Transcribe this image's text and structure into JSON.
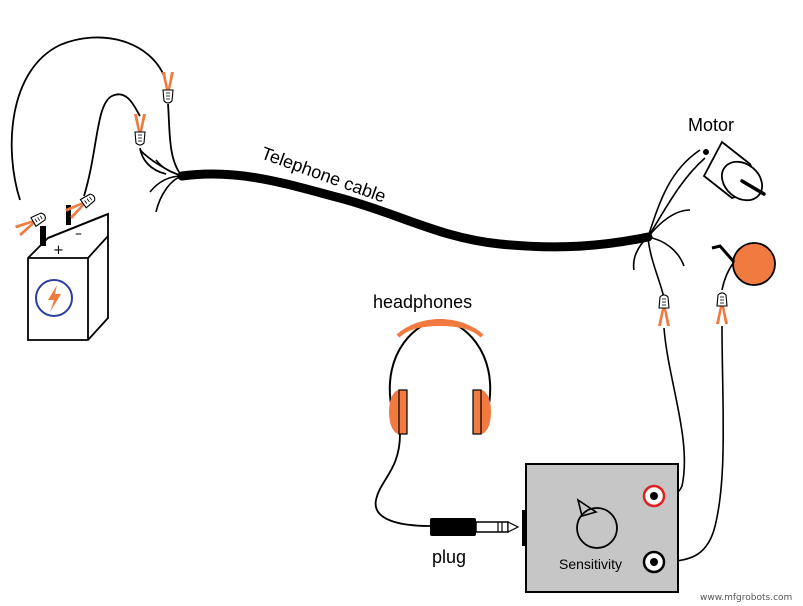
{
  "labels": {
    "telephone_cable": "Telephone cable",
    "motor": "Motor",
    "headphones": "headphones",
    "plug": "plug",
    "sensitivity": "Sensitivity",
    "battery_plus": "+",
    "battery_minus": "–",
    "watermark": "www.mfgrobots.com"
  },
  "colors": {
    "accent_orange": "#f07a40",
    "battery_symbol_blue": "#2a3fa0",
    "meter_gray": "#c6c6c6",
    "red_terminal": "#e02020",
    "wire": "#000000"
  },
  "icons": {
    "battery_symbol": "lightning-bolt-icon"
  }
}
